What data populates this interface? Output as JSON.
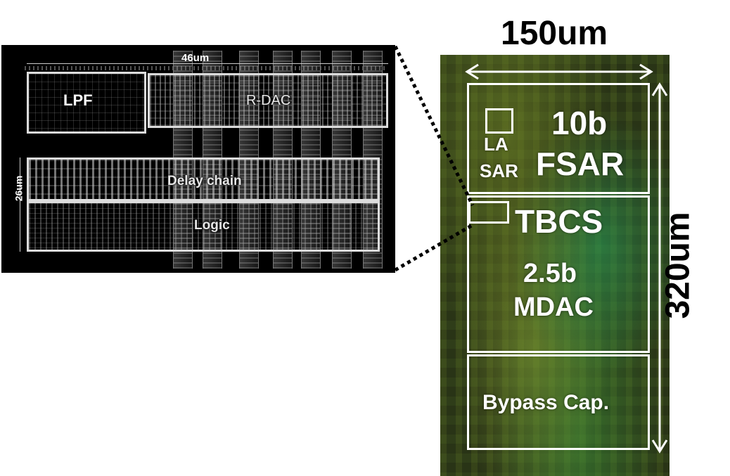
{
  "layout_inset": {
    "width_label": "46um",
    "height_label": "26um",
    "blocks": {
      "lpf": "LPF",
      "rdac": "R-DAC",
      "delay": "Delay chain",
      "logic": "Logic"
    }
  },
  "die_photo": {
    "width_label": "150um",
    "height_label": "320um",
    "labels": {
      "fsar_bits": "10b",
      "fsar": "FSAR",
      "la": "LA",
      "sar": "SAR",
      "tbcs": "TBCS",
      "mdac_bits": "2.5b",
      "mdac": "MDAC",
      "bypass": "Bypass Cap."
    }
  },
  "colors": {
    "annotation": "#ffffff",
    "dimension_text": "#000000",
    "die_background": "#2f3a1a"
  }
}
